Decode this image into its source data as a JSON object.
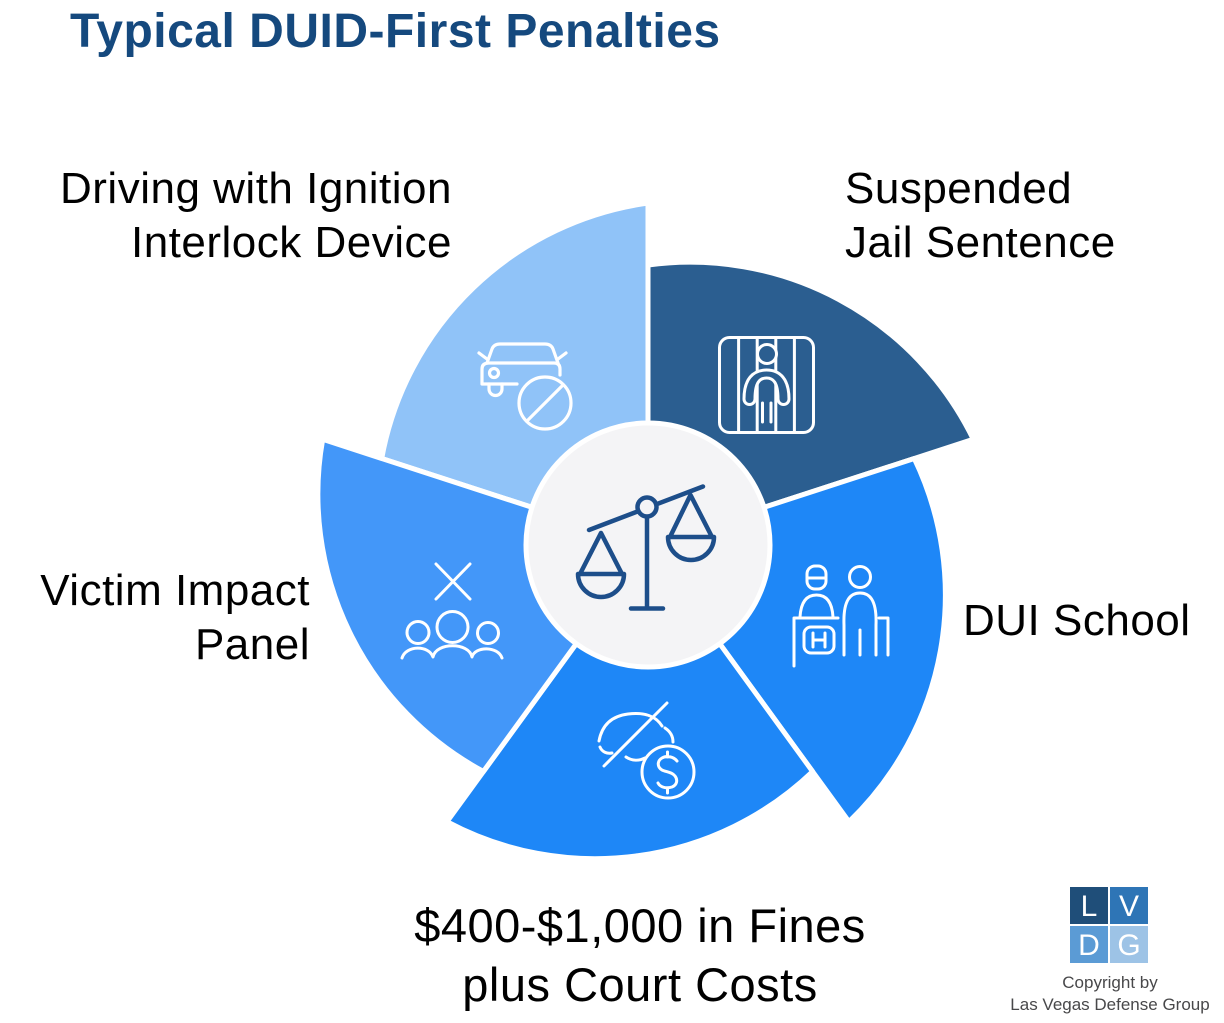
{
  "title": {
    "text": "Typical DUID-First Penalties"
  },
  "colors": {
    "title": "#15497E",
    "label_text": "#000000",
    "center_circle": "#F4F4F6",
    "scales_stroke": "#1D4E8A",
    "icon_stroke": "#FFFFFF"
  },
  "diagram": {
    "center_icon": "scales-of-justice",
    "segments": [
      {
        "name": "ignition-interlock",
        "label_line1": "Driving with Ignition",
        "label_line2": "Interlock Device",
        "color": "#90C3F8",
        "icon": "car-prohibited-icon"
      },
      {
        "name": "suspended-jail-sentence",
        "label_line1": "Suspended",
        "label_line2": "Jail Sentence",
        "color": "#2B5E90",
        "icon": "inmate-behind-bars-icon"
      },
      {
        "name": "dui-school",
        "label_line1": "DUI School",
        "label_line2": "",
        "color": "#1E87F7",
        "icon": "officer-and-student-icon"
      },
      {
        "name": "fines",
        "label_line1": "$400-$1,000 in Fines",
        "label_line2": "plus Court Costs",
        "color": "#1E87F7",
        "icon": "car-dollar-icon"
      },
      {
        "name": "victim-impact-panel",
        "label_line1": "Victim Impact",
        "label_line2": "Panel",
        "color": "#4397F9",
        "icon": "people-group-x-icon"
      }
    ]
  },
  "footer": {
    "logo": {
      "letters": [
        "L",
        "V",
        "D",
        "G"
      ],
      "colors": [
        "#1F4E79",
        "#2E75B6",
        "#5B9BD5",
        "#9DC3E6"
      ]
    },
    "copyright_line1": "Copyright by",
    "copyright_line2": "Las Vegas Defense Group"
  }
}
